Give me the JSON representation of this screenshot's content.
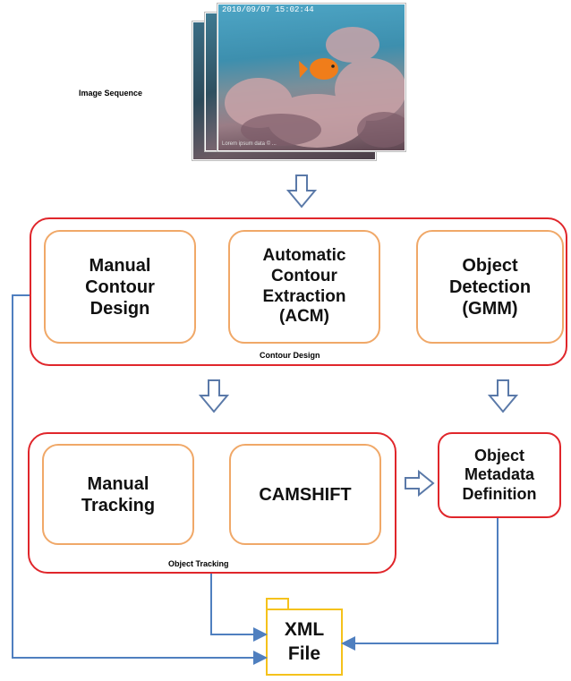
{
  "image_sequence": {
    "label": "Image Sequence",
    "timestamp": "2010/09/07 15:02:44",
    "frame_caption": "Lorem ipsum data © ..."
  },
  "contour_design": {
    "label": "Contour Design",
    "boxes": [
      "Manual\nContour\nDesign",
      "Automatic\nContour\nExtraction\n(ACM)",
      "Object\nDetection\n(GMM)"
    ]
  },
  "object_tracking": {
    "label": "Object Tracking",
    "boxes": [
      "Manual\nTracking",
      "CAMSHIFT"
    ]
  },
  "metadata": {
    "label": "Object\nMetadata\nDefinition"
  },
  "xml": {
    "label": "XML\nFile"
  },
  "colors": {
    "red": "#e0262b",
    "orange": "#f0a868",
    "blue": "#4f7fbf",
    "arrow_outline": "#5a79a8",
    "folder": "#f5c21b"
  }
}
